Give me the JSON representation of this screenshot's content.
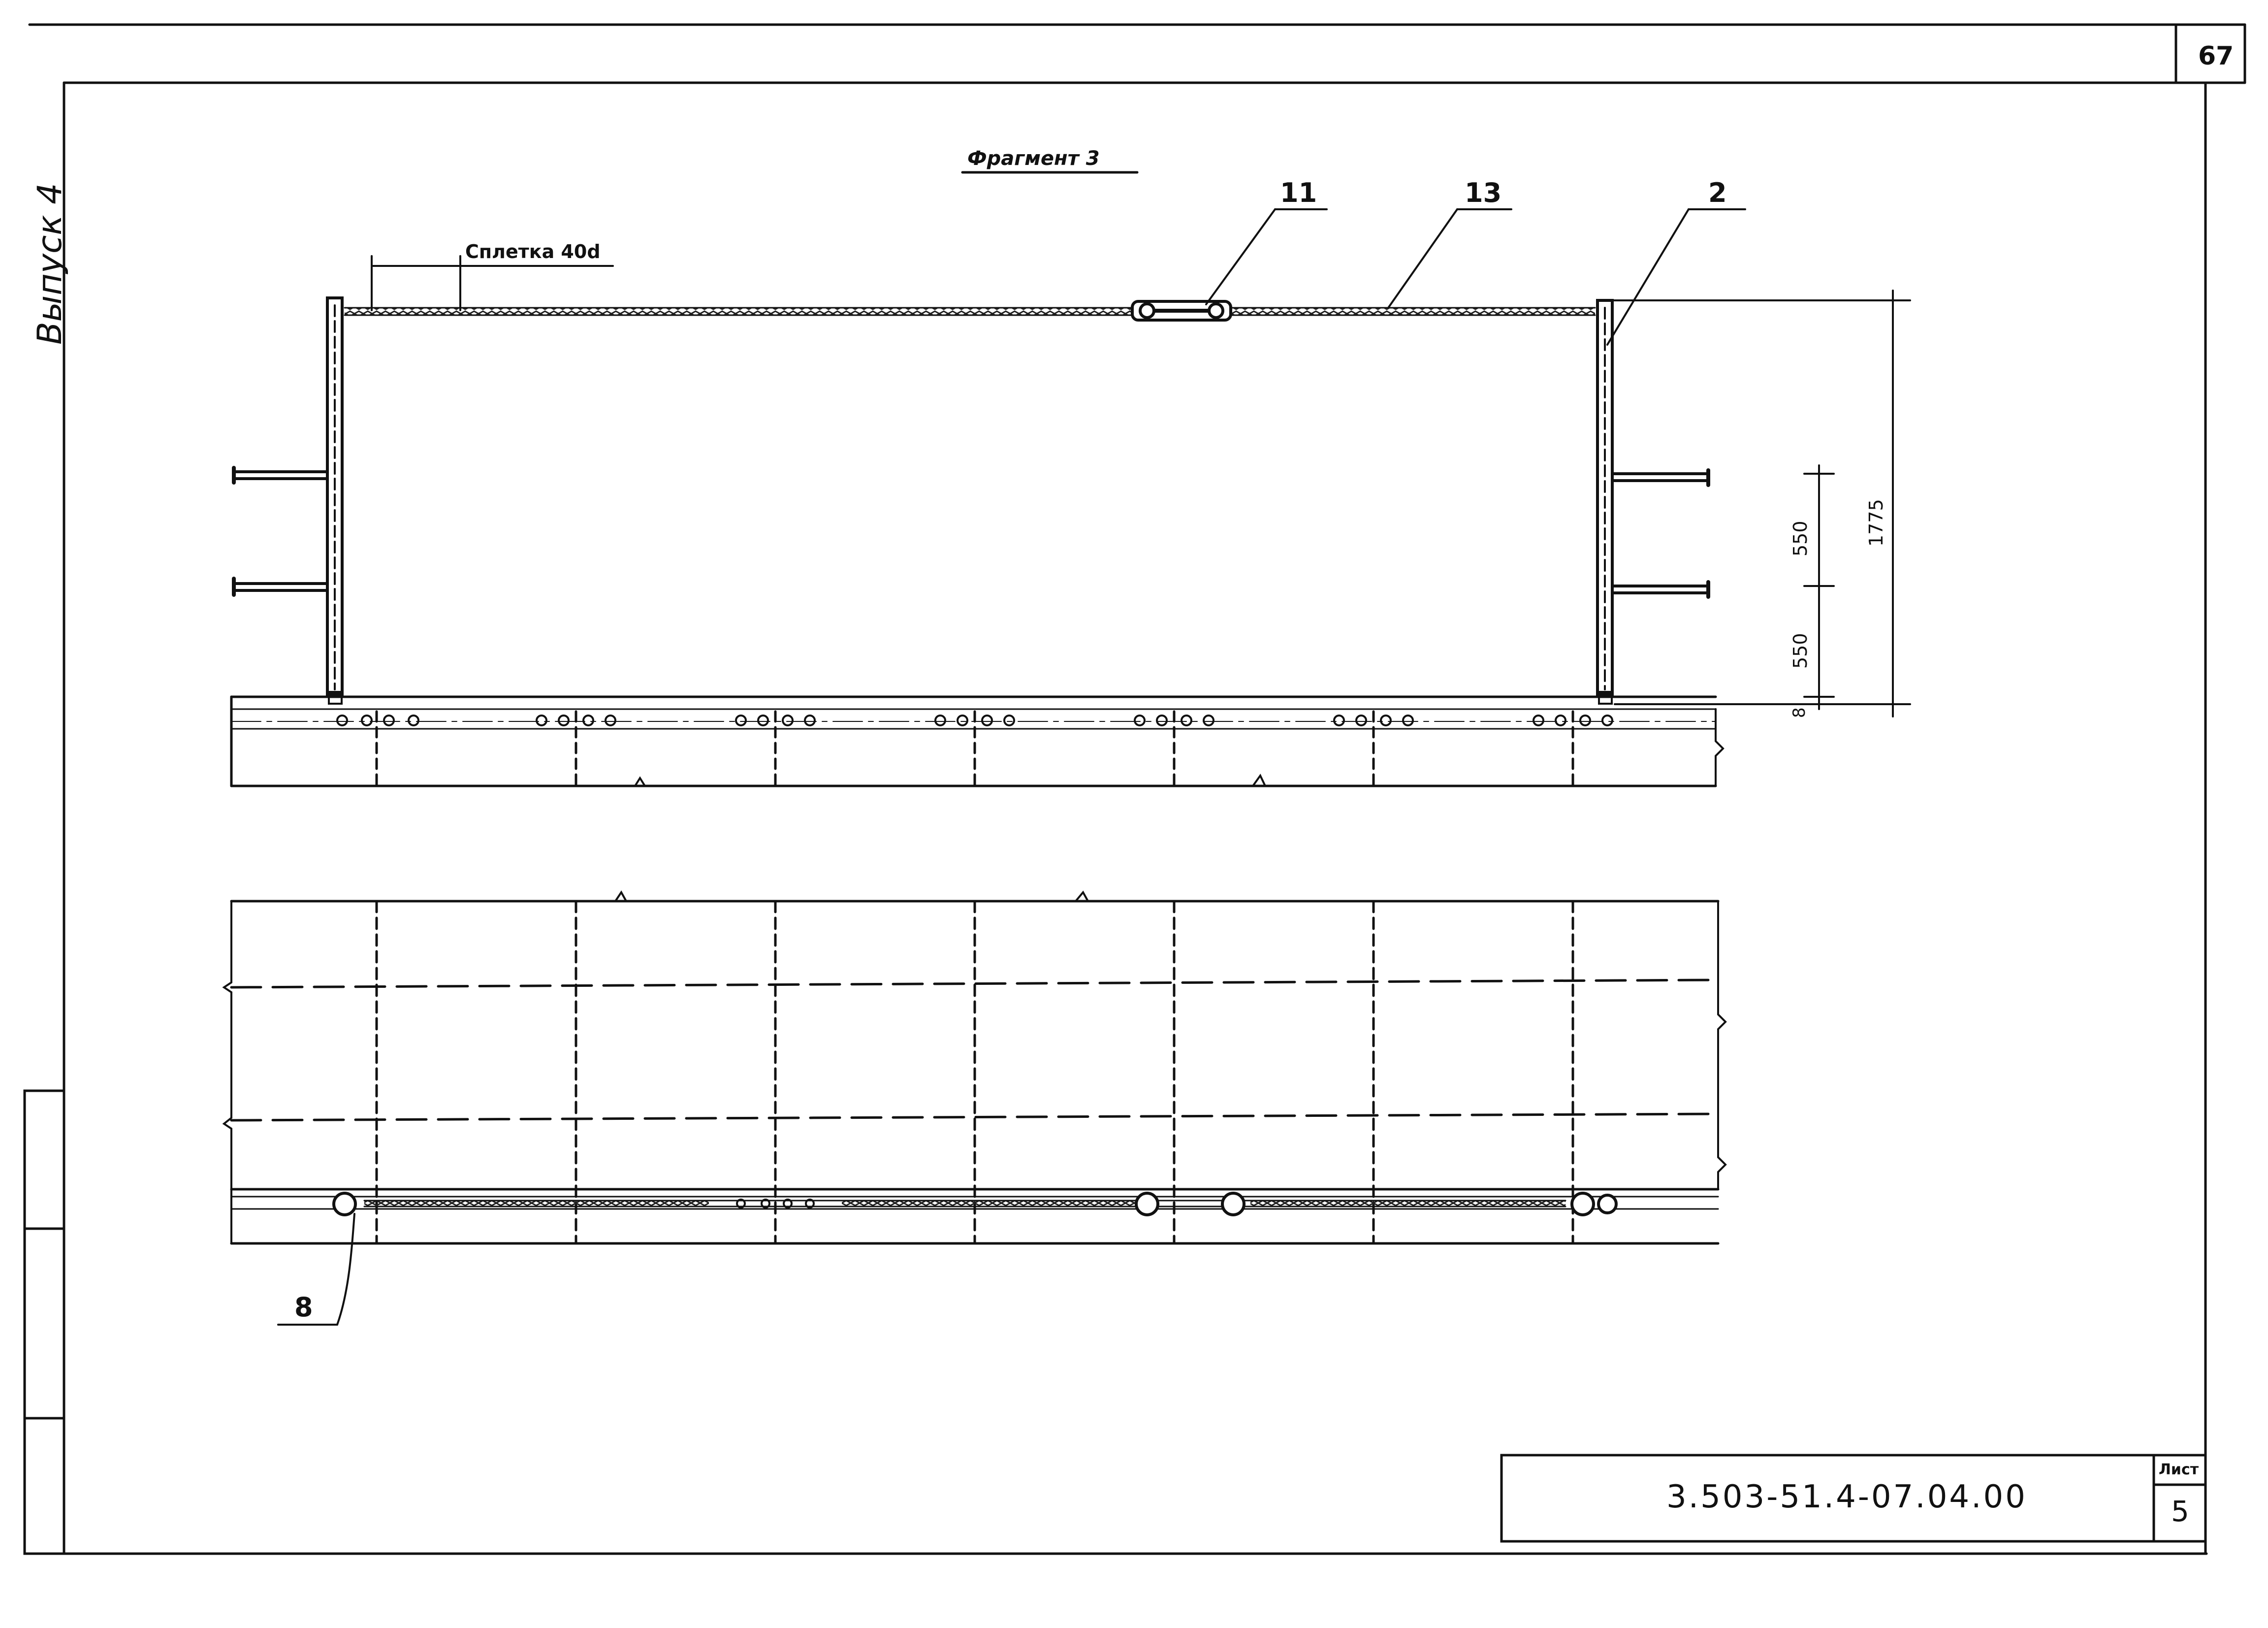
{
  "sheet": {
    "page_number": "67",
    "issue_label": "Выпуск 4",
    "fragment_title": "Фрагмент 3",
    "splice_note": "Сплетка 40d",
    "callouts": {
      "c11": "11",
      "c13": "13",
      "c2": "2",
      "c8": "8"
    },
    "dimensions": {
      "d550_top": "550",
      "d550_bottom": "550",
      "d8": "8",
      "d1775": "1775"
    },
    "title_block": {
      "designation": "3.503-51.4-07.04.00",
      "sheet_label": "Лист",
      "sheet_number": "5"
    }
  }
}
